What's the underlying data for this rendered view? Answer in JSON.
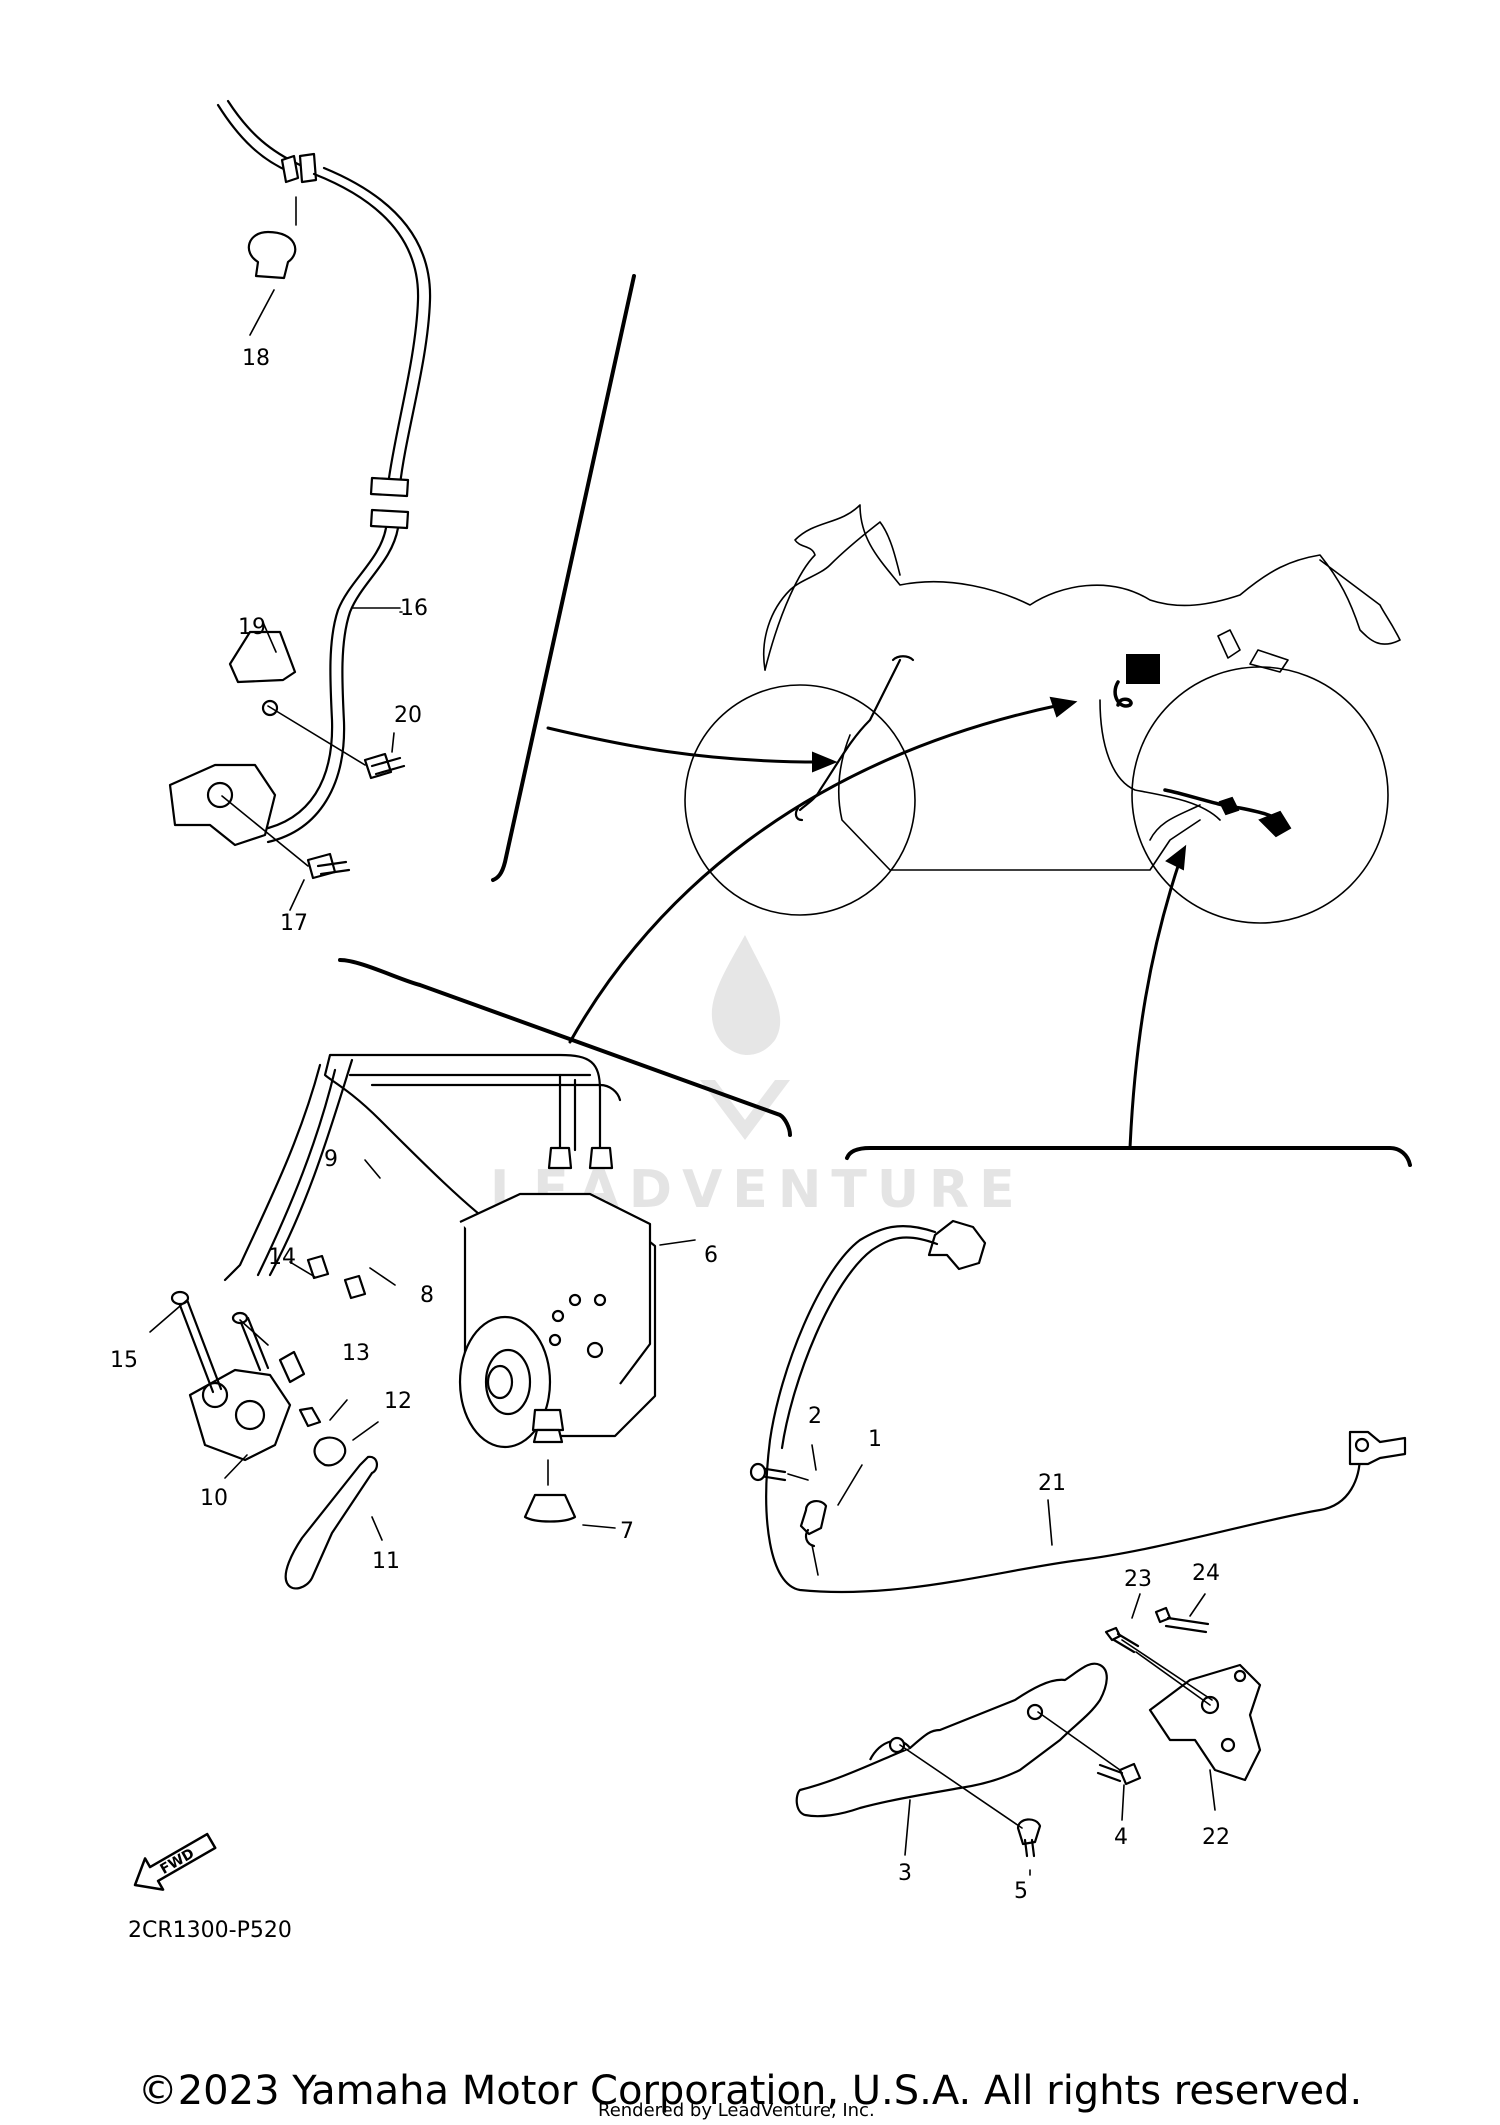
{
  "diagram": {
    "drawing_code": "2CR1300-P520",
    "copyright": "©2023 Yamaha Motor Corporation, U.S.A. All rights reserved.",
    "rendered_by": "Rendered by LeadVenture, Inc.",
    "fwd_label": "FWD",
    "watermark_text": "LEADVENTURE",
    "callouts": {
      "c1": "1",
      "c2": "2",
      "c3": "3",
      "c4": "4",
      "c5": "5",
      "c6": "6",
      "c7": "7",
      "c8": "8",
      "c9": "9",
      "c10": "10",
      "c11": "11",
      "c12": "12",
      "c13": "13",
      "c14": "14",
      "c15": "15",
      "c16": "16",
      "c17": "17",
      "c18": "18",
      "c19": "19",
      "c20": "20",
      "c21": "21",
      "c22": "22",
      "c23": "23",
      "c24": "24"
    },
    "icons": [
      "fwd-arrow-icon",
      "leadventure-logo-icon"
    ]
  }
}
